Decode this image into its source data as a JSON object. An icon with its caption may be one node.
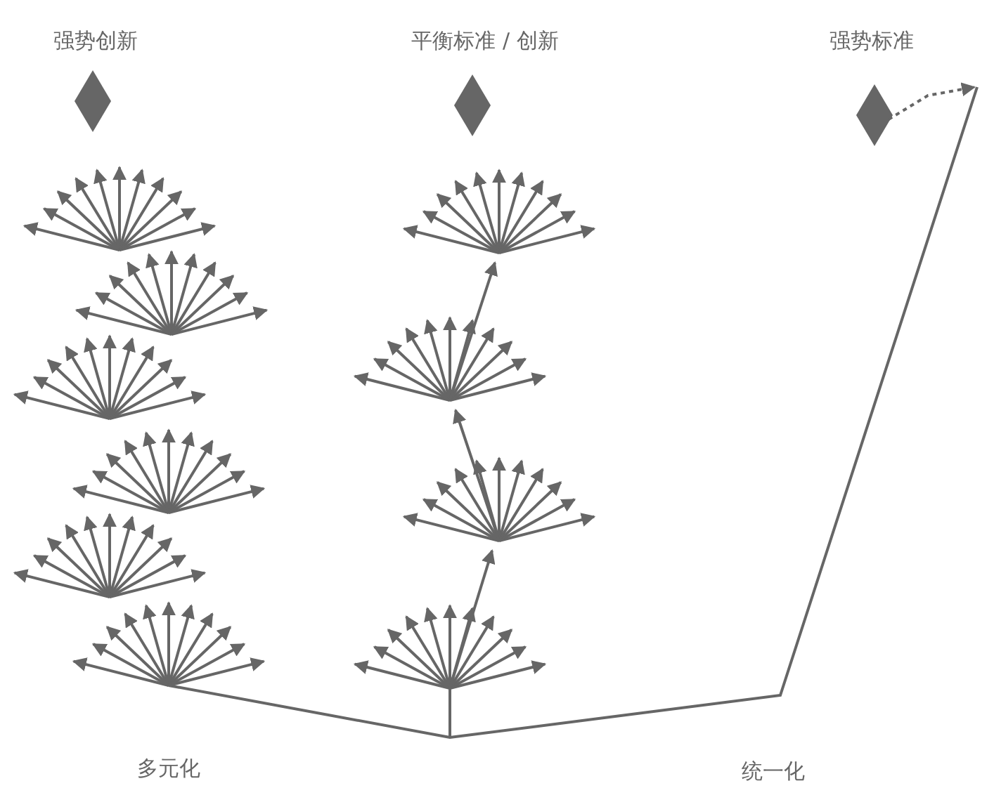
{
  "diagram": {
    "labels": [
      "强势创新",
      "平衡标准 / 创新",
      "强势标准",
      "多元化",
      "统一化"
    ]
  }
}
